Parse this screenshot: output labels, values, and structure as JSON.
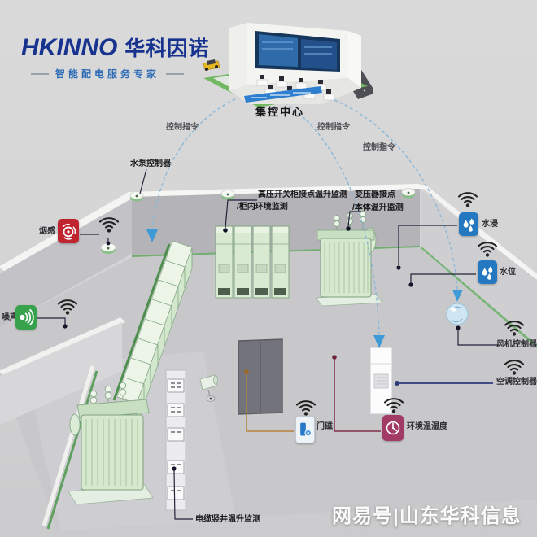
{
  "brand": {
    "name_en": "HKINNO",
    "name_cn": "华科因诺",
    "tagline": "智能配电服务专家"
  },
  "control_center": {
    "label": "集控中心"
  },
  "commands": {
    "left": "控制指令",
    "middle": "控制指令",
    "right": "控制指令"
  },
  "annotations": {
    "water_pump": "水泵控制器",
    "switchgear_line1": "高压开关柜接点温升监测",
    "switchgear_line2": "/柜内环境监测",
    "transformer_line1": "变压器接点",
    "transformer_line2": "/本体温升监测",
    "cable_shaft": "电缆竖井温升监测"
  },
  "sensors": {
    "smoke": {
      "label": "烟感",
      "color": "#c0242e",
      "icon": "smoke-swirl-icon"
    },
    "noise": {
      "label": "噪声",
      "color": "#36a24b",
      "icon": "sound-wave-icon"
    },
    "water_leak": {
      "label": "水浸",
      "color": "#2478bf",
      "icon": "water-drops-icon"
    },
    "water_level": {
      "label": "水位",
      "color": "#2478bf",
      "icon": "water-drops-icon"
    },
    "door_magnet": {
      "label": "门磁",
      "color": "#eef3f8",
      "icon": "door-sensor-icon"
    },
    "env": {
      "label": "环境温湿度",
      "color": "#a23a66",
      "icon": "gauge-icon"
    },
    "fan": {
      "label": "风机控制器",
      "icon": "wifi-icon"
    },
    "ac": {
      "label": "空调控制器",
      "icon": "wifi-icon"
    }
  },
  "watermark": {
    "text": "网易号|山东华科信息"
  }
}
